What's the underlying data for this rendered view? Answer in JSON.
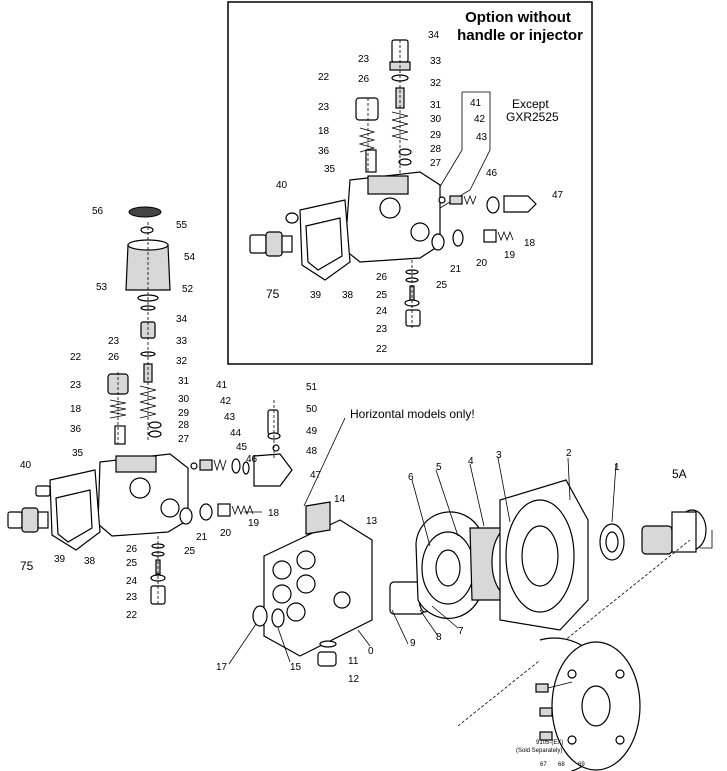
{
  "inset": {
    "title_line1": "Option without",
    "title_line2": "handle or injector",
    "except_line1": "Except",
    "except_line2": "GXR2525",
    "labels": [
      "34",
      "23",
      "26",
      "33",
      "22",
      "32",
      "23",
      "31",
      "18",
      "30",
      "29",
      "36",
      "28",
      "27",
      "35",
      "40",
      "41",
      "42",
      "43",
      "46",
      "47",
      "18",
      "19",
      "20",
      "21",
      "25",
      "26",
      "25",
      "24",
      "23",
      "22",
      "75",
      "39",
      "38"
    ]
  },
  "main": {
    "note": "Horizontal models only!",
    "labels": [
      "56",
      "55",
      "54",
      "53",
      "52",
      "34",
      "23",
      "33",
      "26",
      "32",
      "22",
      "31",
      "23",
      "30",
      "18",
      "29",
      "28",
      "36",
      "27",
      "41",
      "42",
      "43",
      "44",
      "45",
      "46",
      "51",
      "50",
      "49",
      "48",
      "47",
      "40",
      "35",
      "18",
      "19",
      "20",
      "21",
      "26",
      "25",
      "25",
      "24",
      "23",
      "22",
      "75",
      "39",
      "38",
      "14",
      "13",
      "17",
      "15",
      "0",
      "11",
      "12",
      "9",
      "8",
      "7",
      "6",
      "5",
      "4",
      "3",
      "2",
      "1",
      "5A"
    ],
    "small_text": [
      "9105-(EX)",
      "(Sold Separately)",
      "67",
      "68",
      "69"
    ]
  }
}
